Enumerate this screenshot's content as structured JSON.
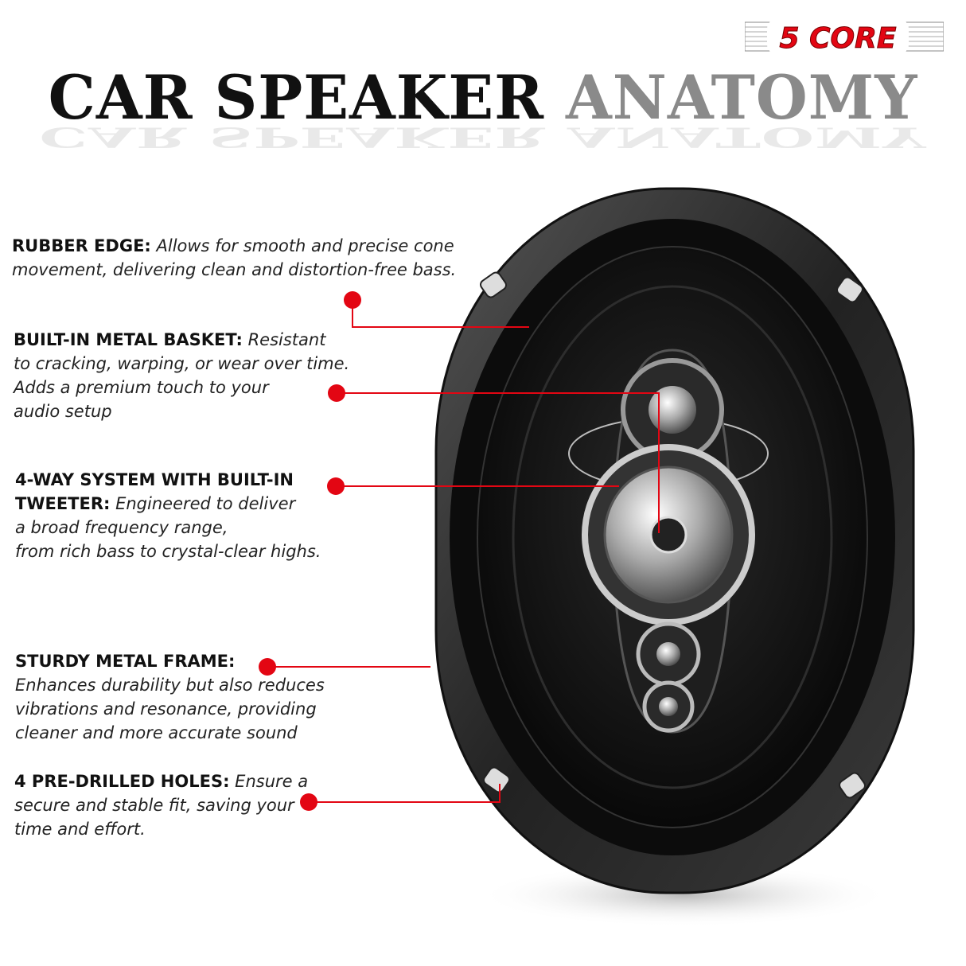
{
  "brand": {
    "logo_text": "5 CORE",
    "logo_color": "#e30613"
  },
  "title": {
    "dark": "CAR SPEAKER",
    "light": "ANATOMY"
  },
  "accent_color": "#e30613",
  "features": [
    {
      "heading": "RUBBER EDGE:",
      "lines": [
        " Allows for smooth and precise cone",
        "movement, delivering clean and distortion-free bass."
      ]
    },
    {
      "heading": "BUILT-IN METAL BASKET:",
      "lines": [
        " Resistant",
        "to cracking, warping, or wear over time.",
        "Adds a premium touch to your",
        "audio setup"
      ]
    },
    {
      "heading": "4-WAY SYSTEM WITH BUILT-IN",
      "heading2": "TWEETER:",
      "lines": [
        " Engineered to deliver",
        "a broad frequency range,",
        "from rich bass to crystal-clear highs."
      ]
    },
    {
      "heading": "STURDY METAL FRAME:",
      "lines": [
        "Enhances durability but also reduces",
        "vibrations and resonance, providing",
        "cleaner and more accurate sound"
      ]
    },
    {
      "heading": "4 PRE-DRILLED HOLES:",
      "lines": [
        " Ensure a",
        "secure and stable fit, saving your",
        "time and effort."
      ]
    }
  ]
}
